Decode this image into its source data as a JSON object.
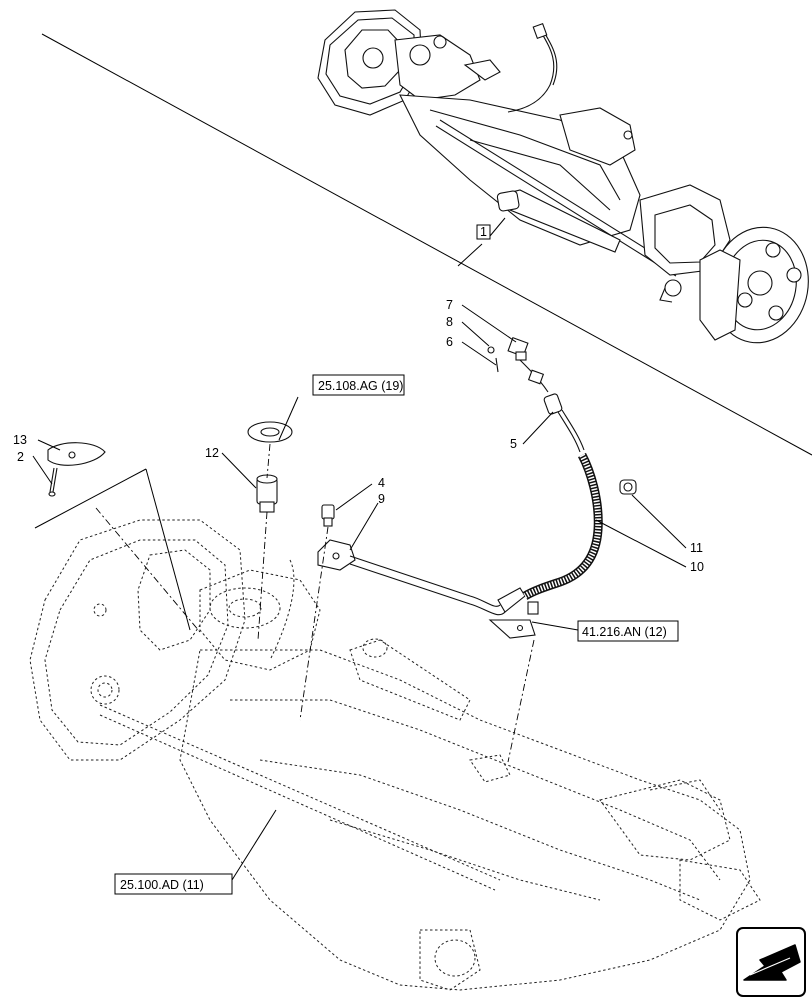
{
  "callouts": {
    "c1": "1",
    "c2": "2",
    "c4": "4",
    "c5": "5",
    "c6": "6",
    "c7": "7",
    "c8": "8",
    "c9": "9",
    "c10": "10",
    "c11": "11",
    "c12": "12",
    "c13": "13"
  },
  "references": {
    "ref_top": "25.108.AG (19)",
    "ref_right": "41.216.AN (12)",
    "ref_bottom": "25.100.AD (11)"
  },
  "icons": {
    "nav": "arrow-down-left-icon"
  }
}
